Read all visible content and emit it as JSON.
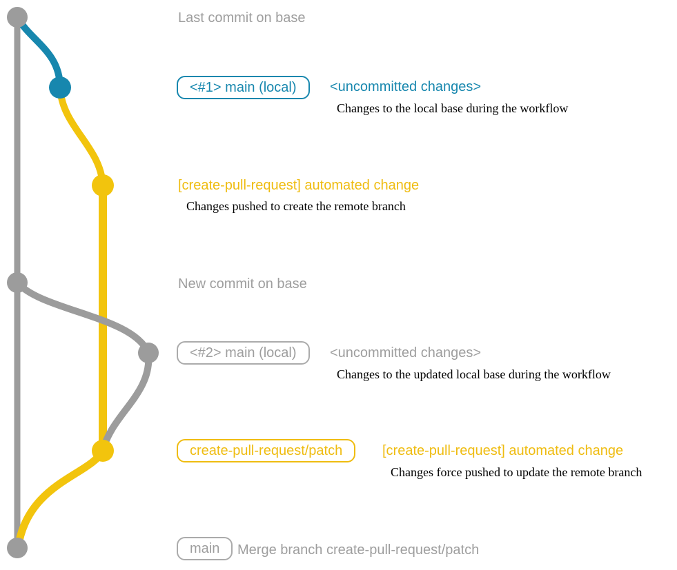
{
  "colors": {
    "gray": "#9C9C9C",
    "gray_text": "#9E9E9E",
    "teal": "#1787AE",
    "yellow": "#F2C40D",
    "yellow_text": "#EFBC10",
    "black": "#000000"
  },
  "graph": {
    "nodes": [
      {
        "name": "last-commit-on-base",
        "color": "gray"
      },
      {
        "name": "local-main-1",
        "color": "teal"
      },
      {
        "name": "remote-branch-created",
        "color": "yellow"
      },
      {
        "name": "new-commit-on-base",
        "color": "gray"
      },
      {
        "name": "local-main-2",
        "color": "gray"
      },
      {
        "name": "remote-branch-updated",
        "color": "yellow"
      },
      {
        "name": "merge-commit",
        "color": "gray"
      }
    ]
  },
  "annotations": {
    "last_commit": {
      "label": "Last commit on base"
    },
    "local1": {
      "branch_badge": "<#1> main (local)",
      "status": "<uncommitted changes>",
      "note": "Changes to the local base during the workflow"
    },
    "push1": {
      "commit_message": "[create-pull-request] automated change",
      "note": "Changes pushed to create the remote branch"
    },
    "new_commit": {
      "label": "New commit on base"
    },
    "local2": {
      "branch_badge": "<#2> main (local)",
      "status": "<uncommitted changes>",
      "note": "Changes to the updated local base during the workflow"
    },
    "push2": {
      "branch_badge": "create-pull-request/patch",
      "commit_message": "[create-pull-request] automated change",
      "note": "Changes force pushed to update the remote branch"
    },
    "merge": {
      "branch_badge": "main",
      "commit_message": "Merge branch create-pull-request/patch"
    }
  }
}
